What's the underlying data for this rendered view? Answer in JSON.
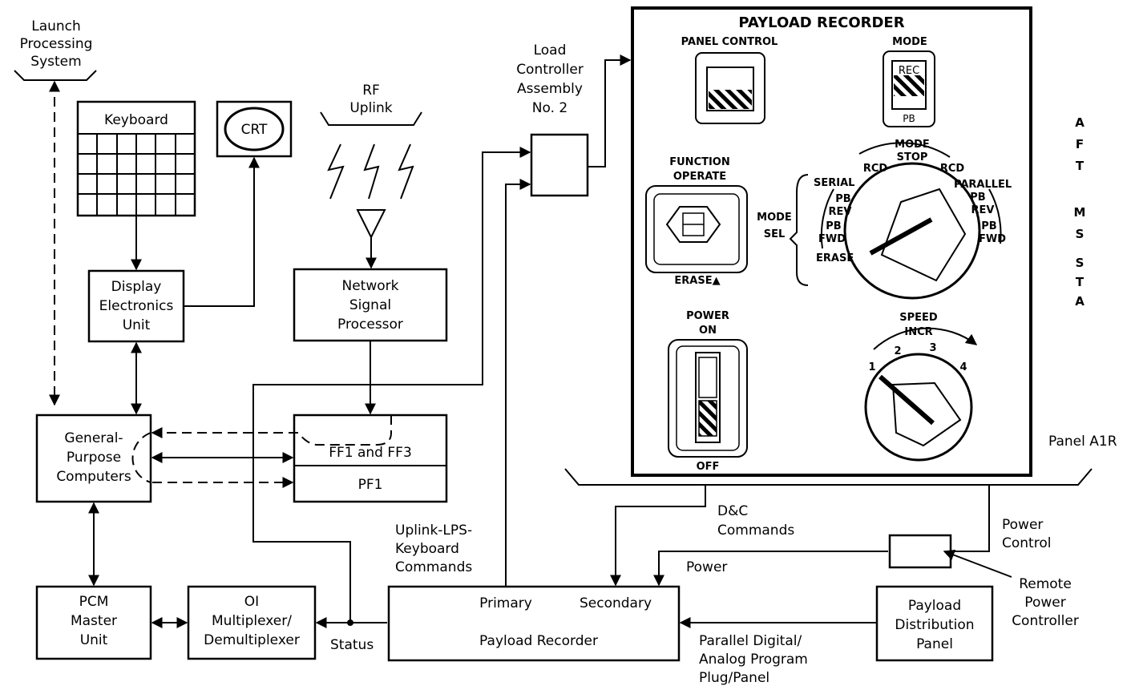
{
  "blocks": {
    "lps": [
      "Launch",
      "Processing",
      "System"
    ],
    "keyboard": "Keyboard",
    "crt": "CRT",
    "rf": [
      "RF",
      "Uplink"
    ],
    "deu": [
      "Display",
      "Electronics",
      "Unit"
    ],
    "nsp": [
      "Network",
      "Signal",
      "Processor"
    ],
    "lca": [
      "Load",
      "Controller",
      "Assembly",
      "No. 2"
    ],
    "gpc": [
      "General-",
      "Purpose",
      "Computers"
    ],
    "ff": "FF1 and FF3",
    "pf": "PF1",
    "pcm": [
      "PCM",
      "Master",
      "Unit"
    ],
    "oi": [
      "OI",
      "Multiplexer/",
      "Demultiplexer"
    ],
    "recorder": "Payload Recorder",
    "primary": "Primary",
    "secondary": "Secondary",
    "pdp": [
      "Payload",
      "Distribution",
      "Panel"
    ],
    "rpc": [
      "Remote",
      "Power",
      "Controller"
    ]
  },
  "labels": {
    "status": "Status",
    "uplink_cmds": [
      "Uplink-LPS-",
      "Keyboard",
      "Commands"
    ],
    "dc_cmds": [
      "D&C",
      "Commands"
    ],
    "power": "Power",
    "power_control": [
      "Power",
      "Control"
    ],
    "parallel": [
      "Parallel Digital/",
      "Analog Program",
      "Plug/Panel"
    ],
    "panel_id": "Panel A1R",
    "aft": [
      "A",
      "F",
      "T",
      "",
      "M",
      "S",
      "",
      "S",
      "T",
      "A"
    ]
  },
  "panel": {
    "title": "PAYLOAD RECORDER",
    "panel_control": "PANEL CONTROL",
    "mode": "MODE",
    "mode_rec": "REC",
    "mode_pb": "PB",
    "function": [
      "FUNCTION",
      "OPERATE"
    ],
    "erase_arrow": "ERASE▲",
    "mode_sel": [
      "MODE",
      "SEL"
    ],
    "dial_mode_stop": [
      "MODE",
      "STOP"
    ],
    "dial_serial": "SERIAL",
    "dial_parallel": "PARALLEL",
    "dial_rcd_left": "RCD",
    "dial_rcd_right": "RCD",
    "dial_pb_rev_left": [
      "PB",
      "REV"
    ],
    "dial_pb_fwd_left": [
      "PB",
      "FWD"
    ],
    "dial_pb_rev_right": [
      "PB",
      "REV"
    ],
    "dial_pb_fwd_right": [
      "PB",
      "FWD"
    ],
    "dial_erase": "ERASE",
    "power_on": [
      "POWER",
      "ON"
    ],
    "off": "OFF",
    "speed": [
      "SPEED",
      "INCR"
    ],
    "speed_marks": [
      "1",
      "2",
      "3",
      "4"
    ]
  }
}
